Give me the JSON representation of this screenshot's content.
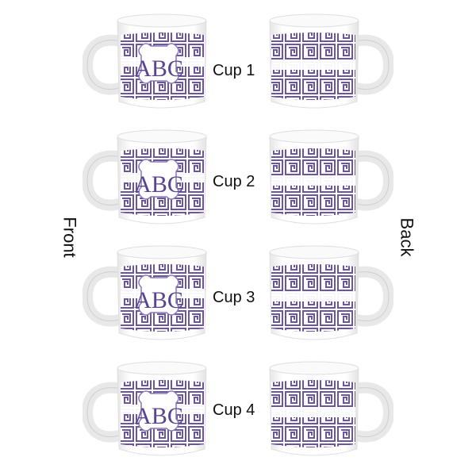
{
  "side_labels": {
    "front": "Front",
    "back": "Back"
  },
  "colors": {
    "pattern": "#6b55a0",
    "mug": "#ffffff",
    "monogram_text": "#5a4590",
    "label_text": "#111111"
  },
  "monogram": "ABC",
  "cups": [
    {
      "label": "Cup 1"
    },
    {
      "label": "Cup 2"
    },
    {
      "label": "Cup 3"
    },
    {
      "label": "Cup 4"
    }
  ]
}
